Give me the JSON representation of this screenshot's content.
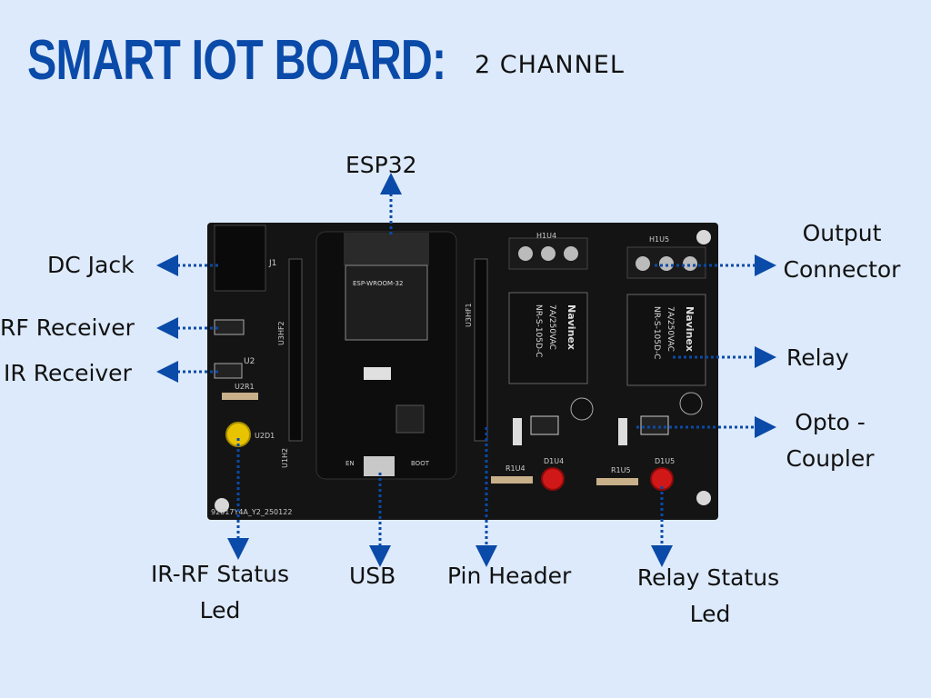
{
  "header": {
    "title": "SMART IOT BOARD:",
    "subtitle": "2 CHANNEL"
  },
  "labels": {
    "esp32": "ESP32",
    "dc_jack": "DC Jack",
    "rf_receiver": "RF Receiver",
    "ir_receiver": "IR Receiver",
    "output_connector": [
      "Output",
      "Connector"
    ],
    "relay": "Relay",
    "opto_coupler": [
      "Opto -",
      "Coupler"
    ],
    "ir_rf_status_led": [
      "IR-RF Status",
      "Led"
    ],
    "usb": "USB",
    "pin_header": "Pin Header",
    "relay_status_led": [
      "Relay Status",
      "Led"
    ]
  },
  "board": {
    "module_name": "ESP-WROOM-32",
    "relay_brand": "Navinex",
    "relay_rating": "7A/250VAC",
    "relay_model": "NR-S-105D-C",
    "serial": "92017Y4A_Y2_250122",
    "silk": {
      "j1": "J1",
      "u2": "U2",
      "u2r1": "U2R1",
      "u2d1": "U2D1",
      "u3hf2": "U3HF2",
      "u3hf1": "U3HF1",
      "u1h2": "U1H2",
      "h1u4": "H1U4",
      "h1u5": "H1U5",
      "r1u4": "R1U4",
      "r1u5": "R1U5",
      "d1u4": "D1U4",
      "d1u5": "D1U5",
      "en": "EN",
      "boot": "BOOT"
    }
  },
  "colors": {
    "accent": "#0a4aa8",
    "background": "#ddeafb",
    "board": "#141414"
  }
}
